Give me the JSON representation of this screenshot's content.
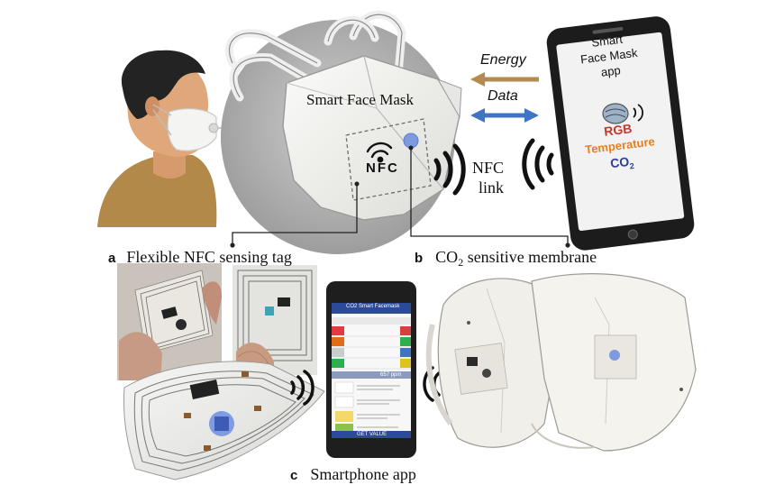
{
  "top": {
    "mask_title": "Smart Face Mask",
    "nfc_chip_text": "NFC",
    "nfc_link_line1": "NFC",
    "nfc_link_line2": "link",
    "energy_label": "Energy",
    "data_label": "Data",
    "colors": {
      "energy_arrow": "#b58a4e",
      "data_arrow": "#3f74c4",
      "co2_dot": "#7f9be0"
    }
  },
  "phone_app": {
    "line1": "Smart",
    "line2": "Face Mask",
    "line3": "app",
    "rgb": "RGB",
    "temperature": "Temperature",
    "co2_main": "CO",
    "co2_sub": "2",
    "colors": {
      "rgb": "#c0392b",
      "temperature": "#e67e22",
      "co2": "#2c3e9e"
    }
  },
  "captions": {
    "a_letter": "a",
    "a_text": "Flexible NFC sensing tag",
    "b_letter": "b",
    "b_text_main": "CO",
    "b_text_sub": "2",
    "b_text_rest": " sensitive membrane",
    "c_letter": "c",
    "c_text": "Smartphone app"
  },
  "small_phone": {
    "app_title": "CO2 Smart Facemask",
    "get_value": "GET VALUE",
    "co2_reading": "657 ppm"
  }
}
